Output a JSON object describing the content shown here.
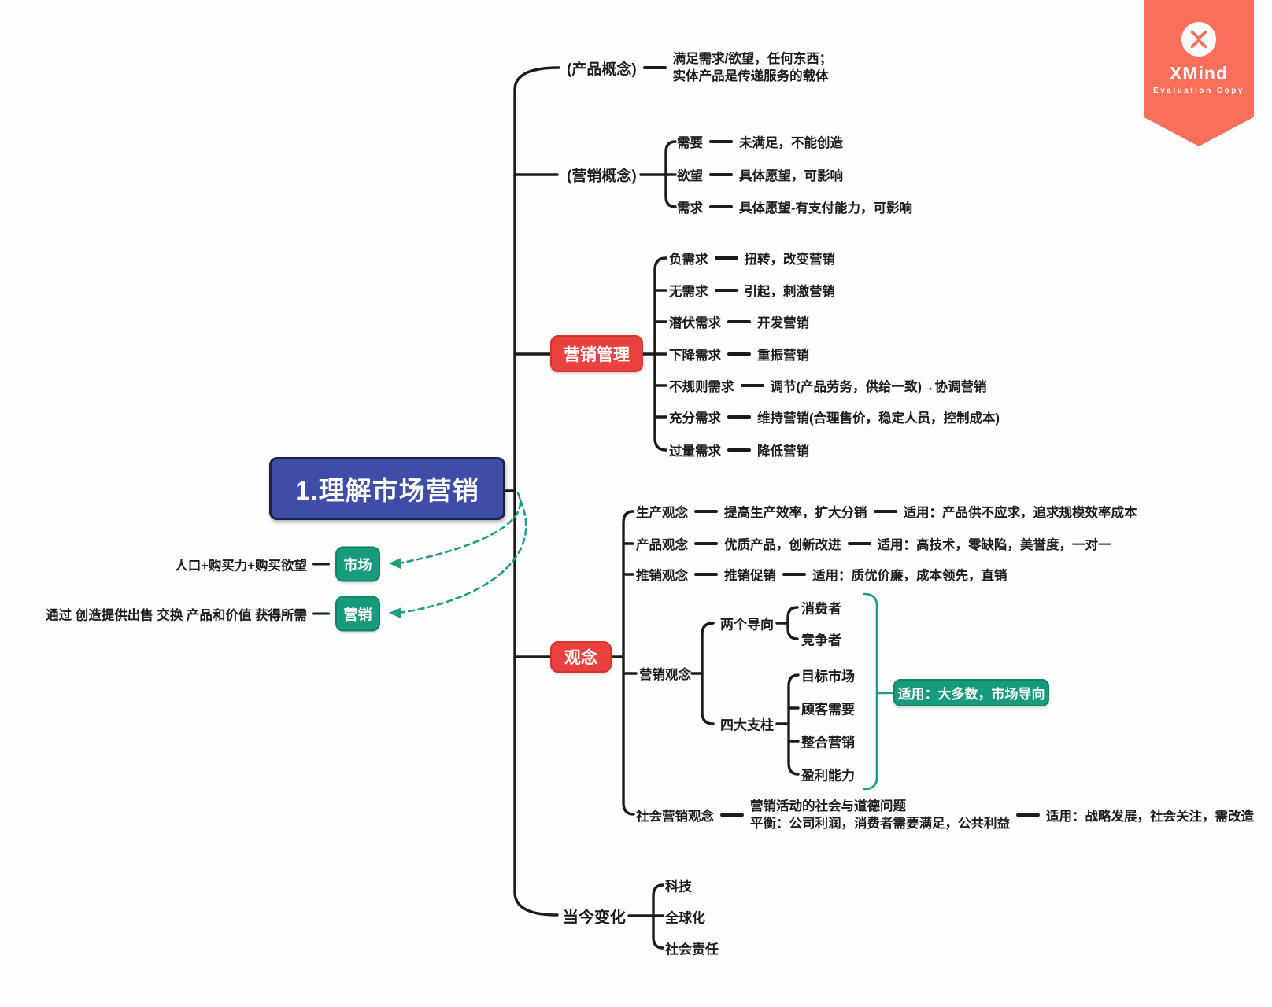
{
  "watermark": {
    "brand": "XMind",
    "subtitle": "Evaluation Copy"
  },
  "colors": {
    "root_fill": "#3D4DA8",
    "root_border": "#1B2343",
    "branch_red": "#E9423E",
    "teal_green": "#189B7D",
    "arrow_teal": "#1E9C84",
    "line_black": "#1B1B1B",
    "ribbon_coral": "#F8705A",
    "background": "#FFFFFF"
  },
  "root": {
    "label": "1.理解市场营销"
  },
  "floating": {
    "market": {
      "note": "人口+购买力+购买欲望",
      "label": "市场"
    },
    "marketing": {
      "note": "通过 创造提供出售 交换 产品和价值 获得所需",
      "label": "营销"
    }
  },
  "branches": {
    "product_concept": {
      "label": "(产品概念)",
      "lines": [
        "满足需求/欲望，任何东西；",
        "实体产品是传递服务的载体"
      ]
    },
    "marketing_concept": {
      "label": "(营销概念)",
      "children": [
        {
          "label": "需要",
          "value": "未满足，不能创造"
        },
        {
          "label": "欲望",
          "value": "具体愿望，可影响"
        },
        {
          "label": "需求",
          "value": "具体愿望-有支付能力，可影响"
        }
      ]
    },
    "marketing_management": {
      "label": "营销管理",
      "children": [
        {
          "label": "负需求",
          "value": "扭转，改变营销"
        },
        {
          "label": "无需求",
          "value": "引起，刺激营销"
        },
        {
          "label": "潜伏需求",
          "value": "开发营销"
        },
        {
          "label": "下降需求",
          "value": "重振营销"
        },
        {
          "label": "不规则需求",
          "value": "调节(产品劳务，供给一致)→协调营销"
        },
        {
          "label": "充分需求",
          "value": "维持营销(合理售价，稳定人员，控制成本)"
        },
        {
          "label": "过量需求",
          "value": "降低营销"
        }
      ]
    },
    "concepts": {
      "label": "观念",
      "production": {
        "label": "生产观念",
        "value": "提高生产效率，扩大分销",
        "apply": "适用：产品供不应求，追求规模效率成本"
      },
      "product": {
        "label": "产品观念",
        "value": "优质产品，创新改进",
        "apply": "适用：高技术，零缺陷，美誉度，一对一"
      },
      "selling": {
        "label": "推销观念",
        "value": "推销促销",
        "apply": "适用：质优价廉，成本领先，直销"
      },
      "marketing_orientation": {
        "label": "营销观念",
        "two_orientations": {
          "label": "两个导向",
          "children": [
            "消费者",
            "竞争者"
          ]
        },
        "four_pillars": {
          "label": "四大支柱",
          "children": [
            "目标市场",
            "顾客需要",
            "整合营销",
            "盈利能力"
          ]
        },
        "apply": "适用：大多数，市场导向"
      },
      "societal": {
        "label": "社会营销观念",
        "lines": [
          "营销活动的社会与道德问题",
          "平衡：公司利润，消费者需要满足，公共利益"
        ],
        "apply": "适用：战略发展，社会关注，需改造"
      }
    },
    "changes": {
      "label": "当今变化",
      "children": [
        "科技",
        "全球化",
        "社会责任"
      ]
    }
  }
}
